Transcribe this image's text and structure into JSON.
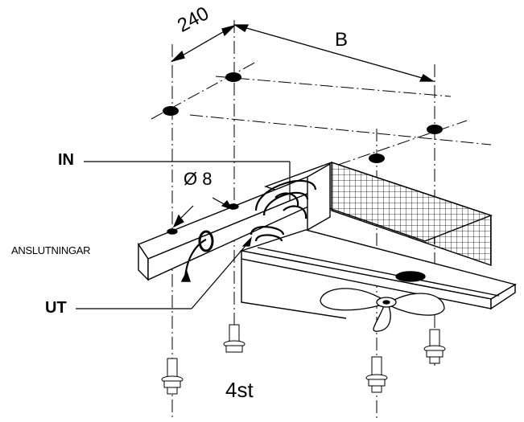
{
  "labels": {
    "width_dim": "240",
    "length_dim": "B",
    "inlet": "IN",
    "hole_diameter": "Ø 8",
    "connections": "ANSLUTNINGAR",
    "outlet": "UT",
    "quantity": "4st"
  },
  "colors": {
    "line": "#000000",
    "background": "#ffffff"
  }
}
